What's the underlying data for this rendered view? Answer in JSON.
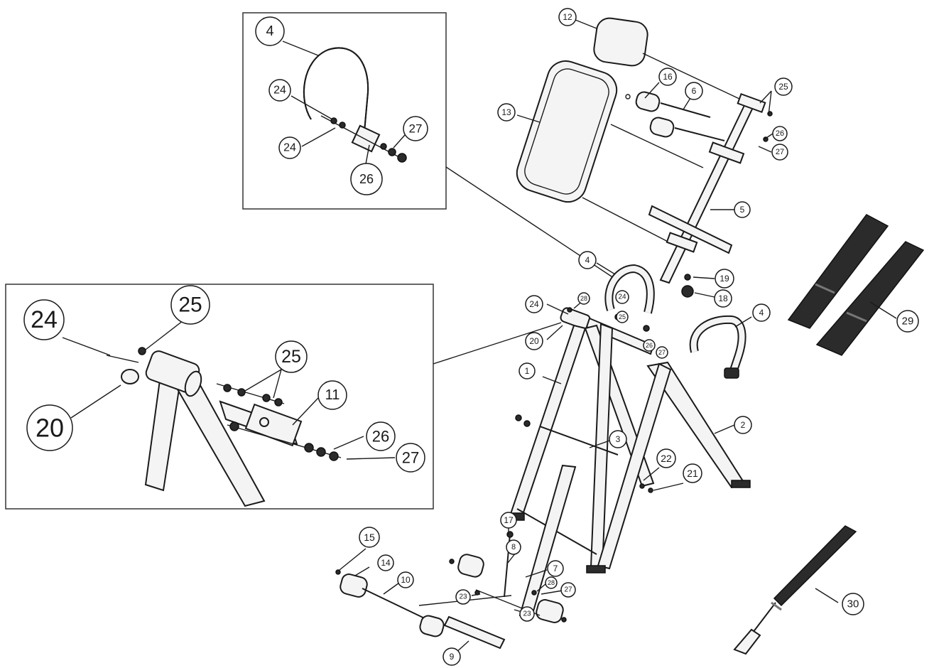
{
  "callouts": {
    "p12": "12",
    "p13": "13",
    "p16": "16",
    "p6": "6",
    "p25_top": "25",
    "p26_top": "26",
    "p27_top": "27",
    "p5": "5",
    "p19": "19",
    "p18": "18",
    "p4_mid": "4",
    "p4_right": "4",
    "p24_mid": "24",
    "p24_small": "24",
    "p25_small": "25",
    "p20_small": "20",
    "p1": "1",
    "p2": "2",
    "p3": "3",
    "p22": "22",
    "p21": "21",
    "p29": "29",
    "p30": "30",
    "p15": "15",
    "p14": "14",
    "p10": "10",
    "p17": "17",
    "p8": "8",
    "p7": "7",
    "p23_a": "23",
    "p23_b": "23",
    "p9": "9",
    "p28": "28",
    "p27_low": "27",
    "p26_mid": "26",
    "p27_mid": "27",
    "inset1_4": "4",
    "inset1_24a": "24",
    "inset1_24b": "24",
    "inset1_27": "27",
    "inset1_26": "26",
    "inset2_24": "24",
    "inset2_25a": "25",
    "inset2_20": "20",
    "inset2_25b": "25",
    "inset2_11": "11",
    "inset2_26": "26",
    "inset2_27": "27"
  }
}
